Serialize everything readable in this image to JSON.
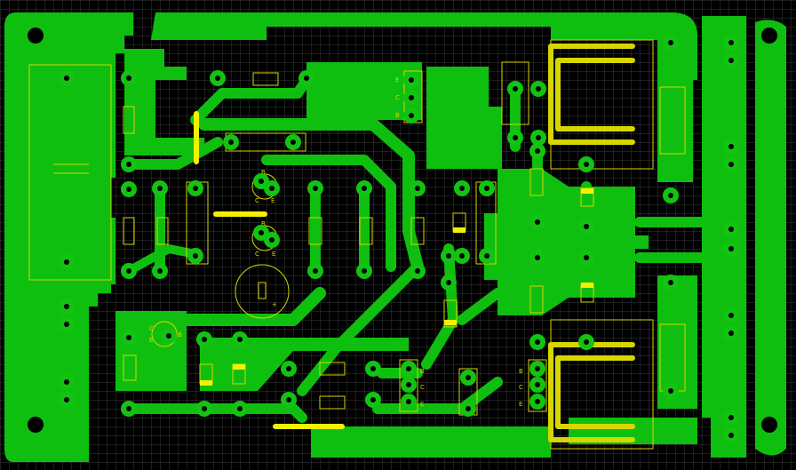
{
  "board": {
    "background": "#000000",
    "grid_color": "#3a3a3a",
    "copper_color": "#0fbf0f",
    "silk_color": "#d6d600",
    "jumper_color": "#f2f200"
  },
  "transistor_labels": {
    "q1": {
      "b": "B",
      "c": "C",
      "e": "E"
    },
    "q2": {
      "b": "B",
      "c": "C",
      "e": "E"
    },
    "q3": {
      "b": "B",
      "c": "C",
      "e": "E"
    },
    "q4": {
      "b": "B",
      "c": "C",
      "e": "E"
    },
    "q5": {
      "b": "B",
      "c": "C",
      "e": "E"
    },
    "q6": {
      "b": "B",
      "c": "C",
      "e": "E"
    }
  },
  "capacitor_mark": "+"
}
